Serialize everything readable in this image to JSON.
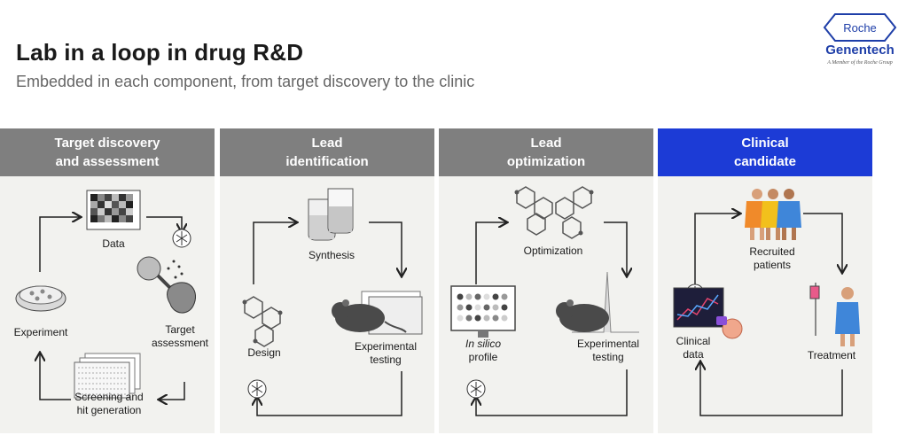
{
  "title": "Lab in a loop in drug R&D",
  "subtitle": "Embedded in each component, from target discovery to the clinic",
  "logo": {
    "badge": "Roche",
    "wordmark": "Genentech",
    "tagline": "A Member of the Roche Group"
  },
  "panels": [
    {
      "heading_1": "Target discovery",
      "heading_2": "and assessment",
      "steps": {
        "data": "Data",
        "target_1": "Target",
        "target_2": "assessment",
        "screening_1": "Screening and",
        "screening_2": "hit generation",
        "experiment": "Experiment"
      }
    },
    {
      "heading_1": "Lead",
      "heading_2": "identification",
      "steps": {
        "synthesis": "Synthesis",
        "design": "Design",
        "exp_1": "Experimental",
        "exp_2": "testing"
      }
    },
    {
      "heading_1": "Lead",
      "heading_2": "optimization",
      "steps": {
        "optimization": "Optimization",
        "insilico_1": "In silico",
        "insilico_2": "profile",
        "exp_1": "Experimental",
        "exp_2": "testing"
      }
    },
    {
      "heading_1": "Clinical",
      "heading_2": "candidate",
      "steps": {
        "patients_1": "Recruited",
        "patients_2": "patients",
        "clinical_1": "Clinical",
        "clinical_2": "data",
        "treatment": "Treatment"
      }
    }
  ],
  "colors": {
    "panel_header": "#7f7f7f",
    "clinical_header": "#1c3bd6",
    "panel_bg": "#f2f2ef",
    "brand": "#1e3ea8"
  }
}
